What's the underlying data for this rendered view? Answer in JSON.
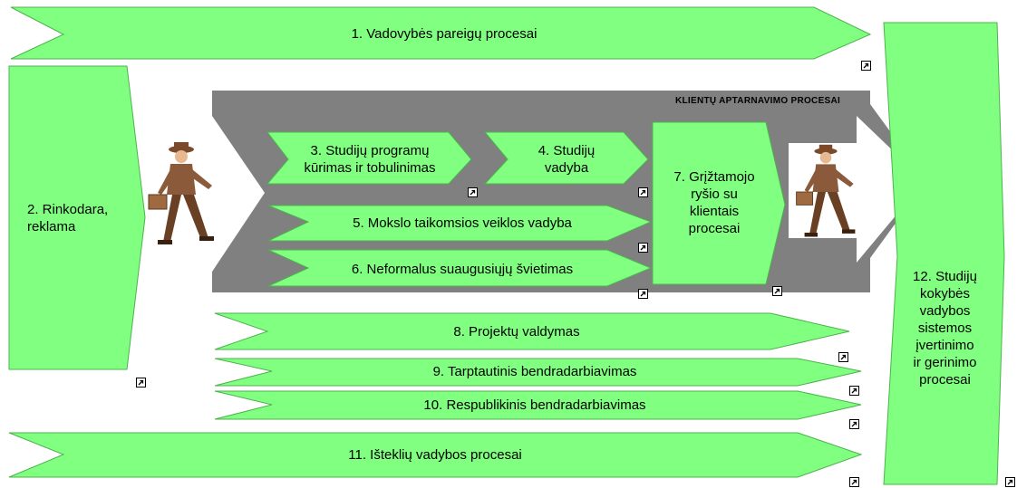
{
  "processes": {
    "p1": "1. Vadovybės pareigų procesai",
    "p2": "2. Rinkodara,\nreklama",
    "p3": "3. Studijų programų\nkūrimas ir tobulinimas",
    "p4": "4. Studijų\nvadyba",
    "p5": "5. Mokslo taikomsios veiklos vadyba",
    "p6": "6. Neformalus suaugusiųjų švietimas",
    "p7": "7. Grįžtamojo\nryšio su\nklientais\nprocesai",
    "p8": "8. Projektų valdymas",
    "p9": "9. Tarptautinis  bendradarbiavimas",
    "p10": "10. Respublikinis bendradarbiavimas",
    "p11": "11. Išteklių vadybos procesai",
    "p12": "12. Studijų\nkokybės\nvadybos\nsistemos\nįvertinimo\nir gerinimo\nprocesai"
  },
  "client_service_title": "KLIENTŲ APTARNAVIMO PROCESAI",
  "colors": {
    "arrow_fill": "#80ff80",
    "arrow_stroke": "#4cb34c",
    "band": "#808080"
  },
  "icons": {
    "shortcut": "shortcut-arrow-icon",
    "walker": "walking-man-with-briefcase-icon"
  }
}
